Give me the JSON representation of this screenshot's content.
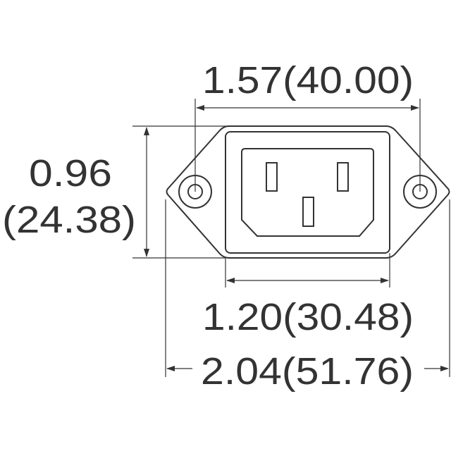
{
  "dimensions": {
    "hole_spacing": "1.57(40.00)",
    "height_in": "0.96",
    "height_mm": "(24.38)",
    "body_width": "1.20(30.48)",
    "overall_width": "2.04(51.76)"
  },
  "colors": {
    "line": "#333333",
    "background": "#ffffff"
  }
}
